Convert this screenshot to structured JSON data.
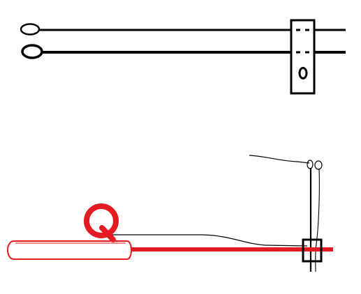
{
  "diagram": {
    "colors": {
      "stroke": "#000000",
      "highlight": "#e31b23",
      "background": "#ffffff"
    },
    "top_panel": {
      "wires": 2,
      "wire_end": "loop",
      "connector": "block-with-hole"
    },
    "bottom_panel": {
      "highlighted_wire": "red",
      "tool_shape": "Q-shaped loop",
      "connector": "square-clamp"
    }
  }
}
